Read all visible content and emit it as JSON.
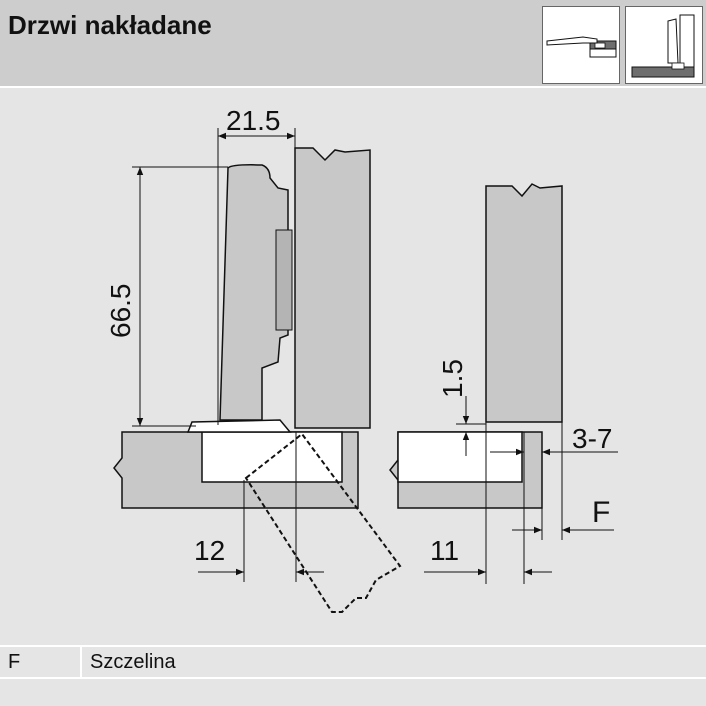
{
  "header": {
    "title": "Drzwi nakładane"
  },
  "dimensions": {
    "width_top": "21.5",
    "height_left": "66.5",
    "offset_1_5": "1.5",
    "range_3_7": "3-7",
    "distance_12": "12",
    "distance_11": "11",
    "gap_label": "F"
  },
  "legend": {
    "key": "F",
    "value": "Szczelina"
  },
  "colors": {
    "header_bg": "#cdcdcd",
    "panel": "#c8c8c8",
    "background": "#e5e5e5",
    "line": "#111111"
  }
}
